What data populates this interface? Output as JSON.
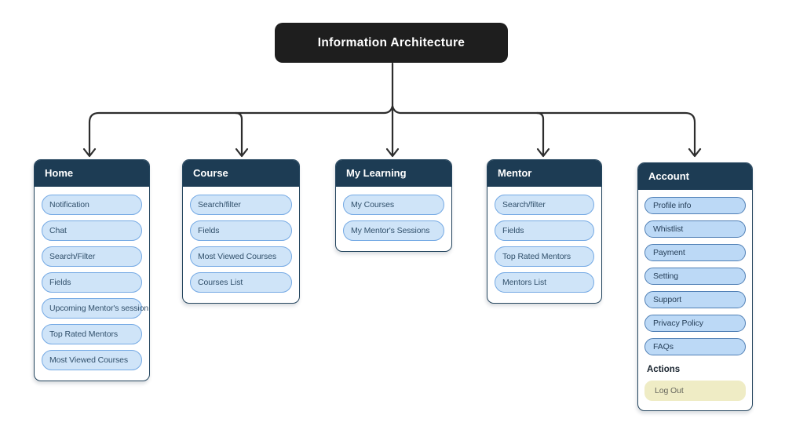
{
  "title": "Information Architecture",
  "columns": [
    {
      "header": "Home",
      "items": [
        "Notification",
        "Chat",
        "Search/Filter",
        "Fields",
        "Upcoming Mentor's session",
        "Top Rated Mentors",
        "Most Viewed Courses"
      ]
    },
    {
      "header": "Course",
      "items": [
        "Search/filter",
        "Fields",
        "Most Viewed Courses",
        "Courses List"
      ]
    },
    {
      "header": "My Learning",
      "items": [
        "My Courses",
        "My Mentor's Sessions"
      ]
    },
    {
      "header": "Mentor",
      "items": [
        "Search/filter",
        "Fields",
        "Top Rated Mentors",
        "Mentors List"
      ]
    },
    {
      "header": "Account",
      "items": [
        "Profile info",
        "Whistlist",
        "Payment",
        "Setting",
        "Support",
        "Privacy Policy",
        "FAQs"
      ],
      "section_label": "Actions",
      "action_items": [
        "Log Out"
      ]
    }
  ],
  "colors": {
    "root_node_bg": "#1e1e1e",
    "root_node_text": "#ffffff",
    "header_bg": "#1d3c54",
    "header_text": "#ffffff",
    "pill_bg": "#cfe4f8",
    "pill_border": "#74a9e4",
    "account_pill_bg": "#bcd9f6",
    "account_pill_border": "#4f7fb5",
    "logout_pill_bg": "#efecc5",
    "logout_text": "#68685e",
    "connector_line": "#2d2d2d",
    "card_border": "#24455e"
  }
}
